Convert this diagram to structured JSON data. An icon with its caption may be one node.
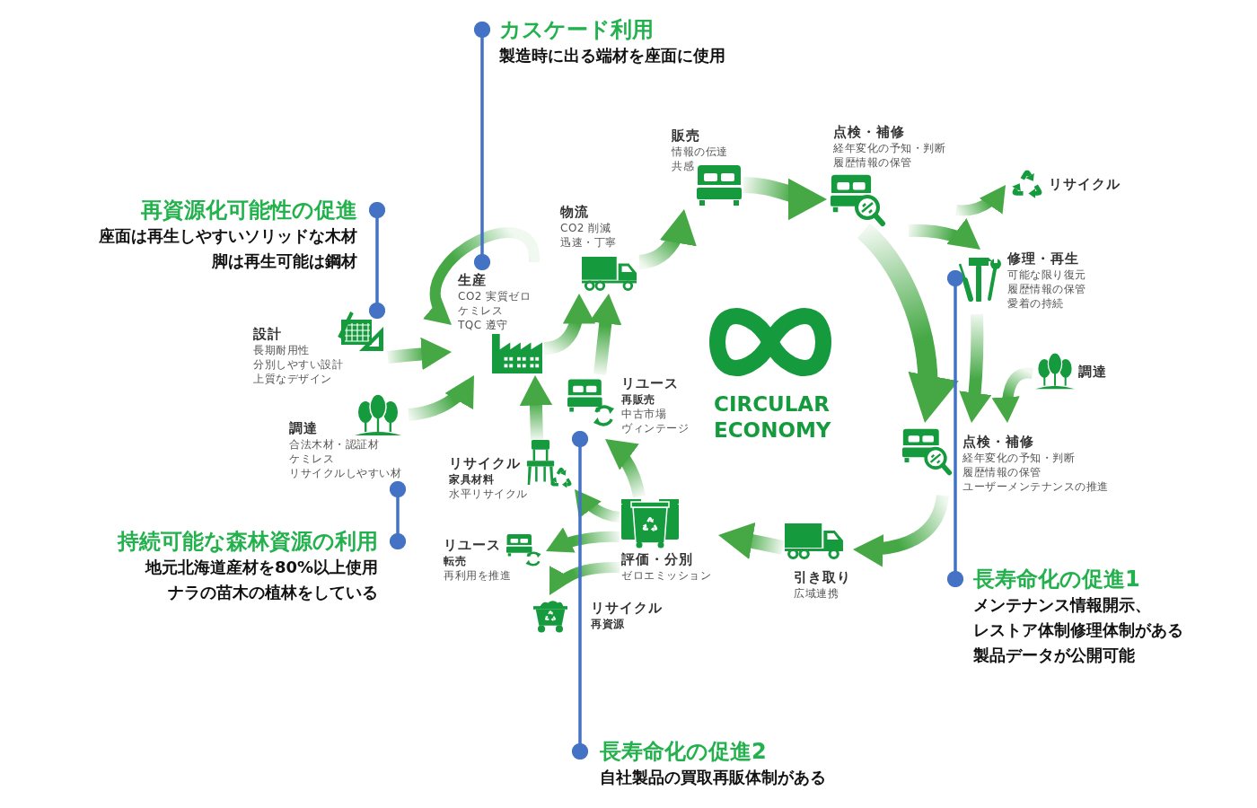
{
  "diagram": {
    "nodes": [
      {
        "text": [
          "カスケード利用",
          "製造時に出る端材を座面に使用"
        ]
      },
      {
        "text": [
          "販売",
          "情報の伝達",
          "共感"
        ]
      },
      {
        "text": [
          "点検・補修",
          "経年変化の予知・判断",
          "履歴情報の保管"
        ]
      },
      {
        "text": [
          "リサイクル"
        ]
      },
      {
        "text": [
          "再資源化可能性の促進",
          "座面は再生しやすいソリッドな木材",
          "脚は再生可能は鋼材"
        ]
      },
      {
        "text": [
          "物流",
          "CO2 削減",
          "迅速・丁寧"
        ]
      },
      {
        "text": [
          "修理・再生",
          "可能な限り復元",
          "履歴情報の保管",
          "愛着の持続"
        ]
      },
      {
        "text": [
          "生産",
          "CO2 実質ゼロ",
          "ケミレス",
          "TQC 遵守"
        ]
      },
      {
        "text": [
          "設計",
          "長期耐用性",
          "分別しやすい設計",
          "上質なデザイン"
        ]
      },
      {
        "text": [
          "リユース",
          "再販売",
          "中古市場",
          "ヴィンテージ"
        ]
      },
      {
        "text": [
          "調達"
        ]
      },
      {
        "text": [
          "調達",
          "合法木材・認証材",
          "ケミレス",
          "リサイクルしやすい材"
        ]
      },
      {
        "text": [
          "点検・補修",
          "経年変化の予知・判断",
          "履歴情報の保管",
          "ユーザーメンテナンスの推進"
        ]
      },
      {
        "text": [
          "リサイクル",
          "家具材料",
          "水平リサイクル"
        ]
      },
      {
        "text": [
          "持続可能な森林資源の利用",
          "地元北海道産材を80%以上使用",
          "ナラの苗木の植林をしている"
        ]
      },
      {
        "text": [
          "リユース",
          "転売",
          "再利用を推進"
        ]
      },
      {
        "text": [
          "評価・分別",
          "ゼロエミッション"
        ]
      },
      {
        "text": [
          "引き取り",
          "広域連携"
        ]
      },
      {
        "text": [
          "長寿命化の促進1",
          "メンテナンス情報開示、",
          "レストア体制修理体制がある",
          "製品データが公開可能"
        ]
      },
      {
        "text": [
          "リサイクル",
          "再資源"
        ]
      },
      {
        "text": [
          "長寿命化の促進2",
          "自社製品の買取再販体制がある"
        ]
      }
    ],
    "edges": [
      {
        "from": 8,
        "to": 7,
        "arrow": "to"
      },
      {
        "from": 11,
        "to": 7,
        "arrow": "to"
      },
      {
        "from": 7,
        "to": 7,
        "arrow": "to"
      },
      {
        "from": 7,
        "to": 5,
        "arrow": "to"
      },
      {
        "from": 5,
        "to": 1,
        "arrow": "to"
      },
      {
        "from": 1,
        "to": 2,
        "arrow": "to"
      },
      {
        "from": 2,
        "to": 3,
        "arrow": "to"
      },
      {
        "from": 2,
        "to": 6,
        "arrow": "to"
      },
      {
        "from": 2,
        "to": 12,
        "arrow": "to"
      },
      {
        "from": 6,
        "to": 12,
        "arrow": "to"
      },
      {
        "from": 10,
        "to": 12,
        "arrow": "to"
      },
      {
        "from": 12,
        "to": 17,
        "arrow": "to"
      },
      {
        "from": 17,
        "to": 16,
        "arrow": "to"
      },
      {
        "from": 16,
        "to": 9,
        "arrow": "to"
      },
      {
        "from": 16,
        "to": 13,
        "arrow": "to"
      },
      {
        "from": 16,
        "to": 15,
        "arrow": "to"
      },
      {
        "from": 16,
        "to": 19,
        "arrow": "to"
      },
      {
        "from": 9,
        "to": 5,
        "arrow": "to"
      },
      {
        "from": 13,
        "to": 7,
        "arrow": "to"
      },
      {
        "from": 0,
        "to": 7,
        "arrow": "other",
        "color": "#4472c4"
      },
      {
        "from": 4,
        "to": 8,
        "arrow": "other",
        "color": "#4472c4"
      },
      {
        "from": 14,
        "to": 11,
        "arrow": "other",
        "color": "#4472c4"
      },
      {
        "from": 18,
        "to": 6,
        "arrow": "other",
        "color": "#4472c4"
      },
      {
        "from": 20,
        "to": 9,
        "arrow": "other",
        "color": "#4472c4"
      }
    ],
    "labels": [
      "CIRCULAR ECONOMY"
    ]
  }
}
